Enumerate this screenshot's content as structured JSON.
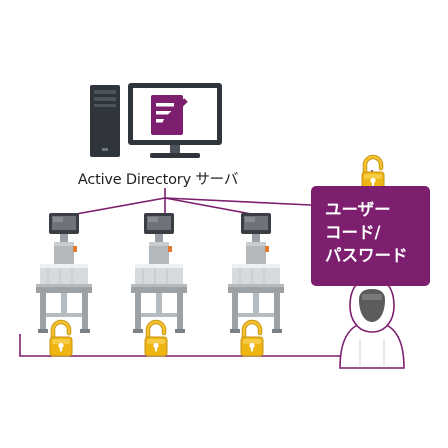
{
  "server": {
    "label": "Active Directory サーバ"
  },
  "credentials": {
    "line1": "ユーザー",
    "line2": "コード/",
    "line3": "パスワード"
  },
  "colors": {
    "accent": "#7d1f6e",
    "lock": "#eeb515",
    "device_body": "#8f9499",
    "device_screen": "#2f3338",
    "worker_suit": "#ffffff",
    "worker_face": "#5c5c5c"
  },
  "icons": {
    "server": "desktop-computer-icon",
    "doc": "document-edit-icon",
    "lock": "open-padlock-icon",
    "device": "inspection-machine-icon",
    "worker": "cleanroom-worker-icon"
  }
}
